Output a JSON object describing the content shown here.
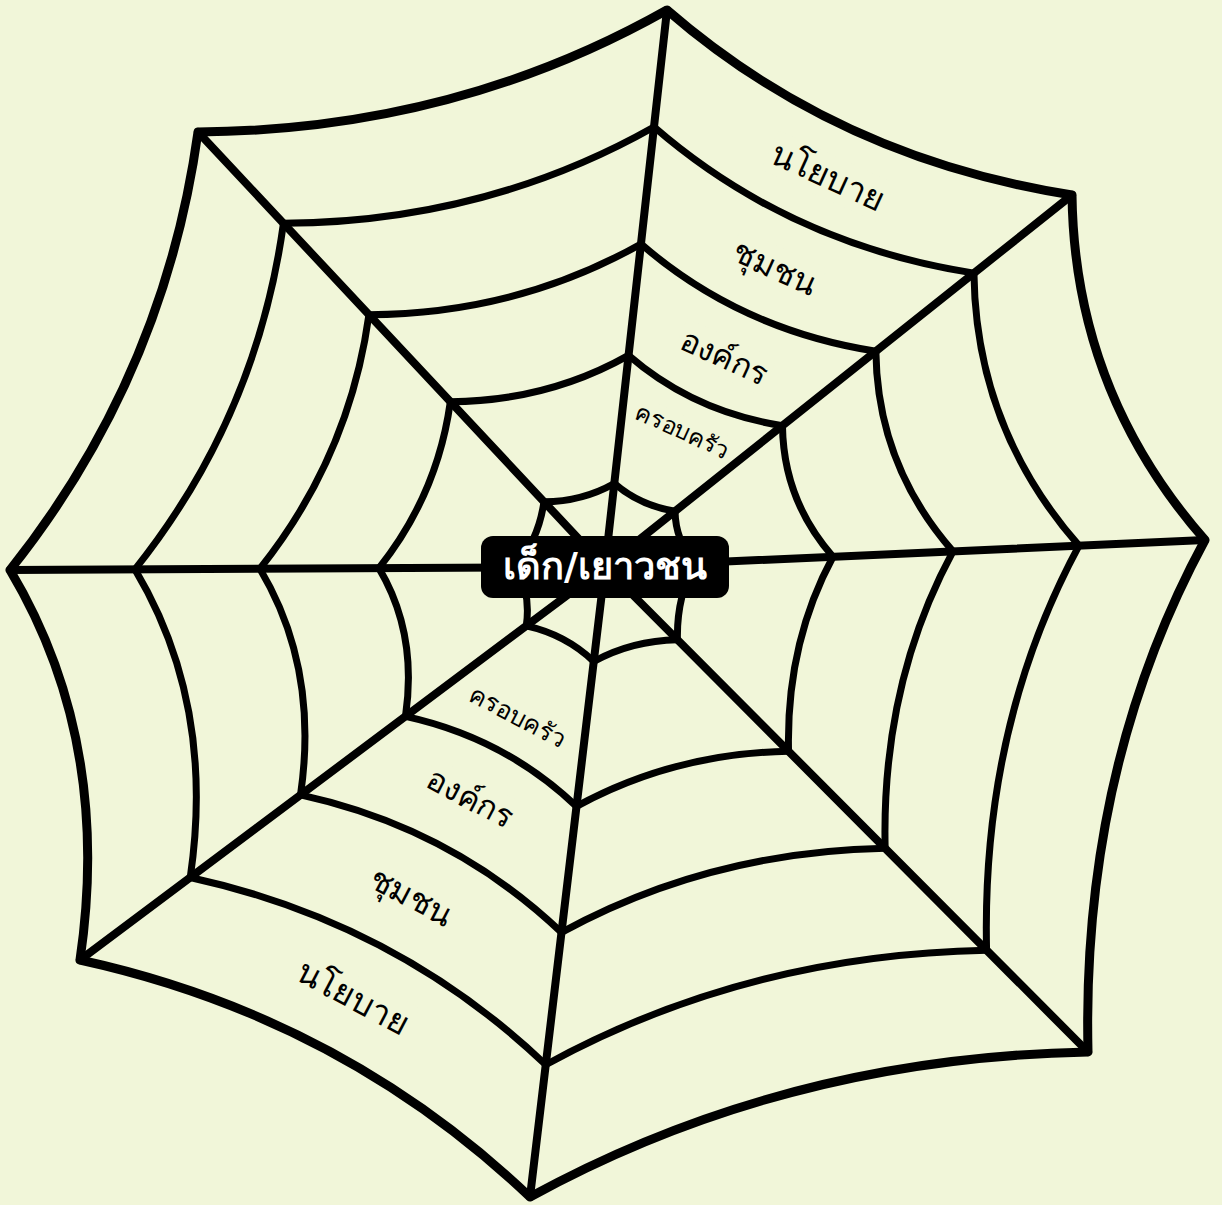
{
  "diagram": {
    "nodes": [
      {
        "text": [
          "เด็ก/เยาวชน"
        ]
      }
    ],
    "labels": [
      "นโยบาย",
      "ชุมชน",
      "องค์กร",
      "ครอบครัว",
      "ครอบครัว",
      "องค์กร",
      "ชุมชน",
      "นโยบาย"
    ]
  }
}
